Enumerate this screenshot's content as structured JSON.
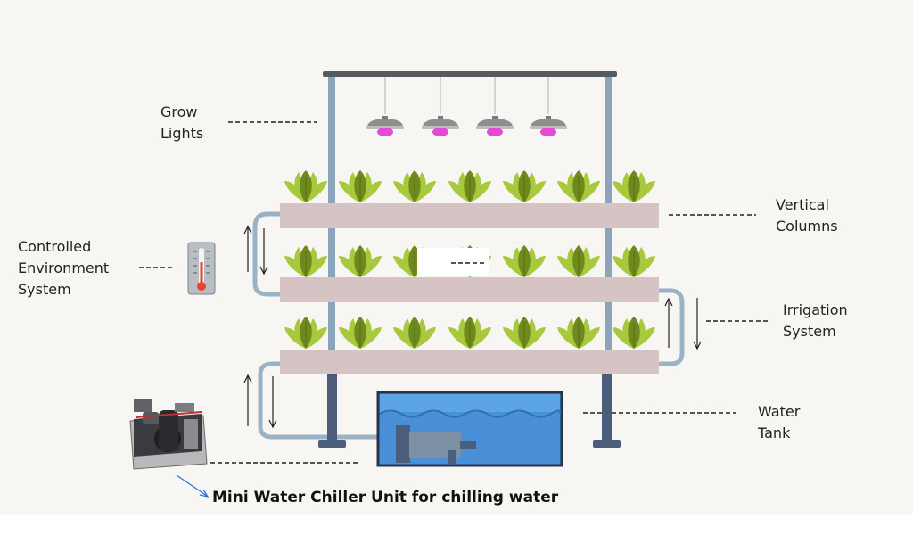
{
  "labels": {
    "grow_lights": [
      "Grow",
      "Lights"
    ],
    "controlled_env": [
      "Controlled",
      "Environment",
      "System"
    ],
    "vertical_columns": [
      "Vertical",
      "Columns"
    ],
    "irrigation": [
      "Irrigation",
      "System"
    ],
    "water_tank": [
      "Water",
      "Tank"
    ]
  },
  "caption": "Mini Water Chiller Unit for chilling water",
  "colors": {
    "background": "#f8f6f3",
    "shelf": "#d6c4c4",
    "frame": "#8aa4bb",
    "leg": "#4c5d7c",
    "pipe": "#9ab2c6",
    "water": "#4a90d9",
    "plant_light": "#a8c93b",
    "plant_dark": "#6e8a1e",
    "bulb": "#e54ad6",
    "lamp_shade": "#8e8e8e"
  },
  "icons": [
    "thermometer-icon",
    "grow-light-icon",
    "lettuce-icon",
    "water-pump-icon",
    "water-chiller-icon",
    "flow-arrow-icon"
  ]
}
